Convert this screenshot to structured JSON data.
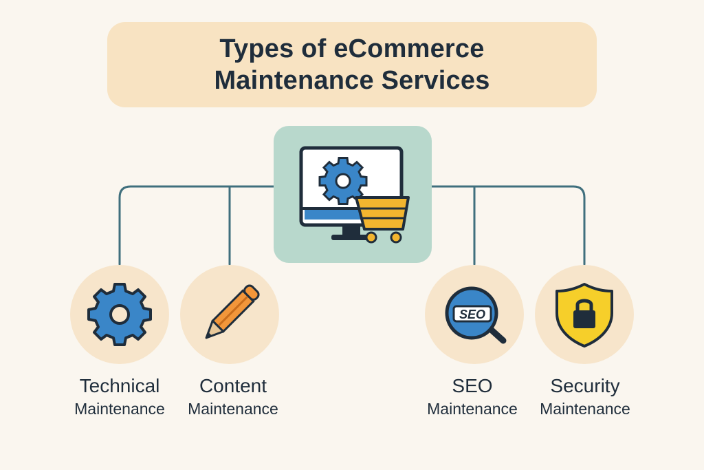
{
  "title": {
    "line1": "Types of eCommerce",
    "line2": "Maintenance Services"
  },
  "hub": {
    "icons": [
      "monitor-icon",
      "gear-icon",
      "shopping-cart-icon"
    ],
    "colors": {
      "background": "#b8d8cc",
      "screen_accent": "#3a86c8",
      "cart": "#f2b52f"
    }
  },
  "services": [
    {
      "icon": "gear-icon",
      "line1": "Technical",
      "line2": "Maintenance"
    },
    {
      "icon": "pencil-icon",
      "line1": "Content",
      "line2": "Maintenance"
    },
    {
      "icon": "seo-magnifier-icon",
      "badge_text": "SEO",
      "line1": "SEO",
      "line2": "Maintenance"
    },
    {
      "icon": "shield-lock-icon",
      "line1": "Security",
      "line2": "Maintenance"
    }
  ],
  "colors": {
    "page_background": "#faf6ef",
    "title_background": "#f8e3c2",
    "circle_background": "#f7e5cb",
    "connector": "#3f6f7d",
    "text": "#1f2d3b"
  }
}
